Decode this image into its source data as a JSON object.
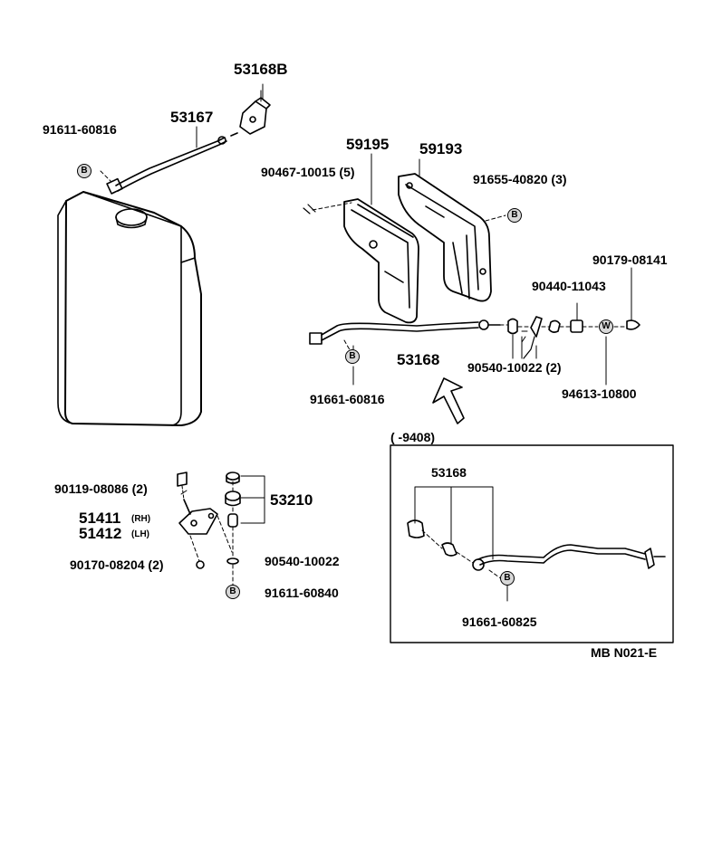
{
  "parts": {
    "p53168B": "53168B",
    "p53167": "53167",
    "p91611_60816": "91611-60816",
    "p59195": "59195",
    "p59193": "59193",
    "p90467": "90467-10015 (5)",
    "p91655": "91655-40820 (3)",
    "p90179": "90179-08141",
    "p90440": "90440-11043",
    "p53168": "53168",
    "p90540_2": "90540-10022 (2)",
    "p94613": "94613-10800",
    "p91661_60816": "91661-60816",
    "p90119": "90119-08086 (2)",
    "p51411": "51411",
    "p51412": "51412",
    "rh": "(RH)",
    "lh": "(LH)",
    "p53210": "53210",
    "p90170": "90170-08204 (2)",
    "p90540": "90540-10022",
    "p91611_60840": "91611-60840",
    "inset_range": "(        -9408)",
    "inset_53168": "53168",
    "p91661_60825": "91661-60825"
  },
  "tags": {
    "b": "B",
    "w": "W"
  },
  "footer": {
    "ref": "MB  N021-E"
  }
}
